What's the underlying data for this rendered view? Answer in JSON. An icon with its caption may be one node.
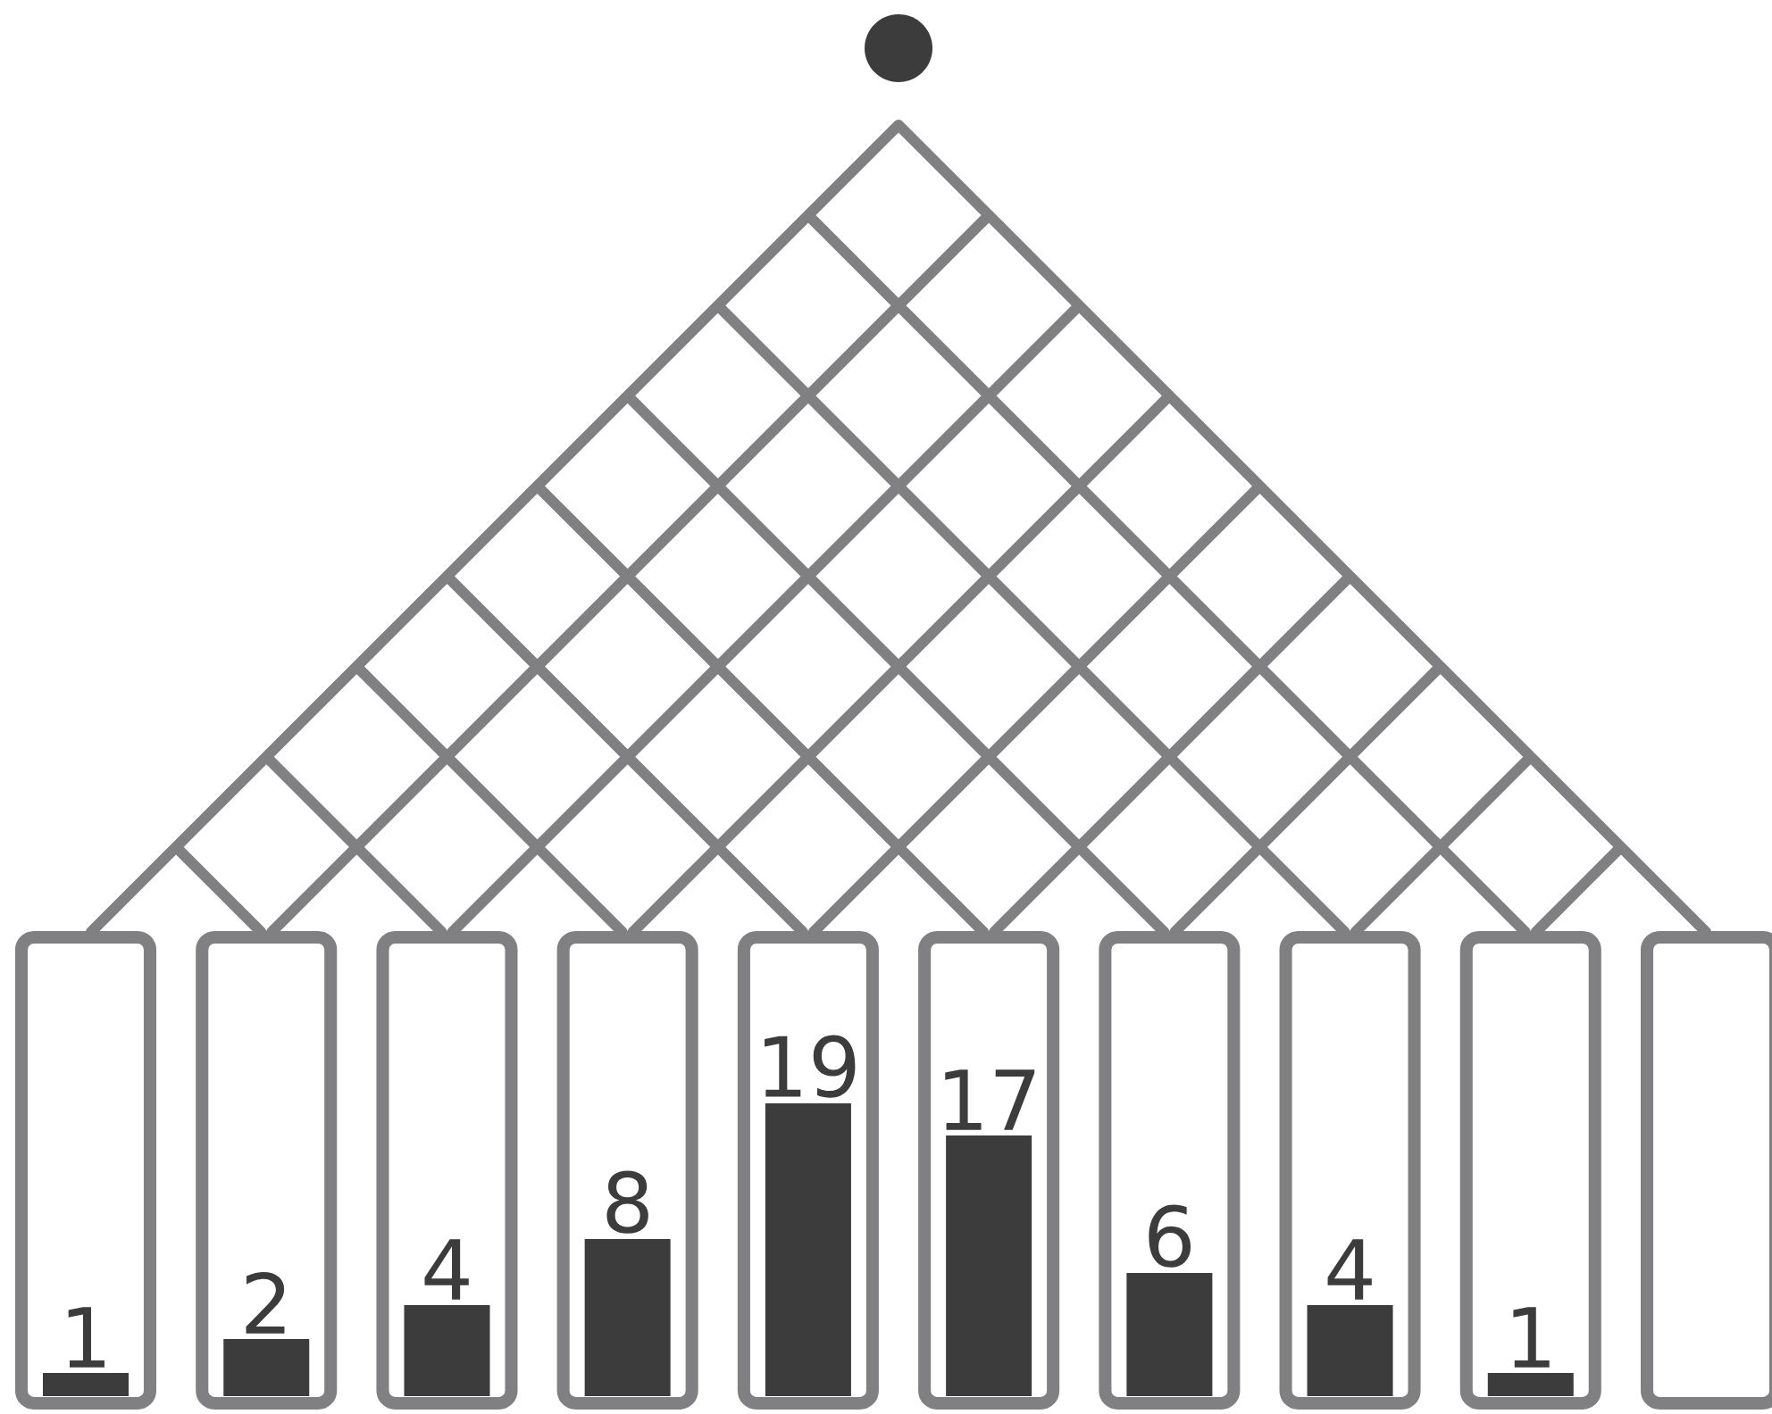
{
  "diagram": {
    "nodes": [
      {
        "text": [
          "1"
        ]
      },
      {
        "text": [
          "2"
        ]
      },
      {
        "text": [
          "4"
        ]
      },
      {
        "text": [
          "8"
        ]
      },
      {
        "text": [
          "19"
        ]
      },
      {
        "text": [
          "17"
        ]
      },
      {
        "text": [
          "6"
        ]
      },
      {
        "text": [
          "4"
        ]
      },
      {
        "text": [
          "1"
        ]
      },
      {
        "text": [],
        "shape": "box"
      }
    ]
  }
}
